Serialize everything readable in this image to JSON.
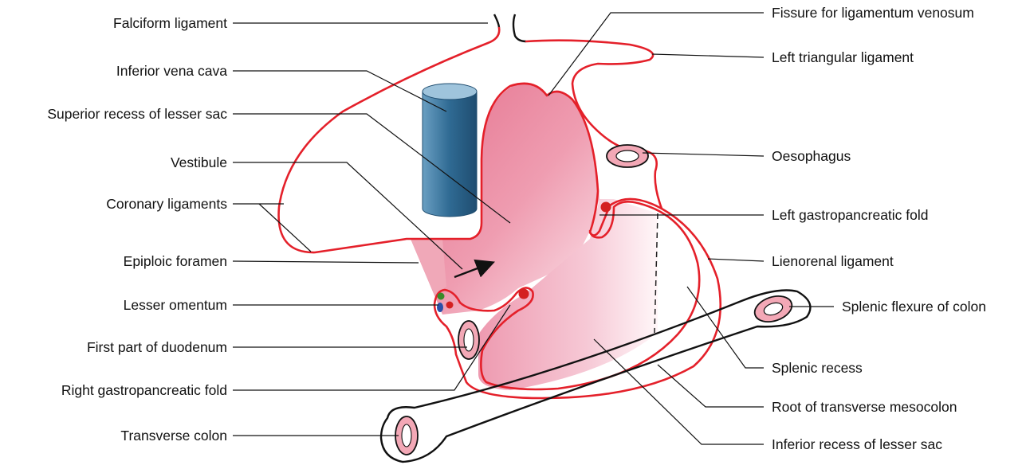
{
  "labels_left": [
    "Falciform ligament",
    "Inferior vena cava",
    "Superior recess of lesser sac",
    "Vestibule",
    "Coronary ligaments",
    "Epiploic foramen",
    "Lesser omentum",
    "First part of duodenum",
    "Right gastropancreatic fold",
    "Transverse colon"
  ],
  "labels_right": [
    "Fissure for ligamentum venosum",
    "Left triangular ligament",
    "Oesophagus",
    "Left gastropancreatic fold",
    "Lienorenal ligament",
    "Splenic flexure of colon",
    "Splenic recess",
    "Root of transverse mesocolon",
    "Inferior recess of lesser sac"
  ],
  "colors": {
    "peritoneum": "#e4202a",
    "lesser_sac_fill": "#ea8fa4",
    "ivc": "#2f6a93",
    "vessel_artery": "#d42020",
    "vessel_vein": "#2a4fa8",
    "bile_duct": "#3a8a2a"
  }
}
